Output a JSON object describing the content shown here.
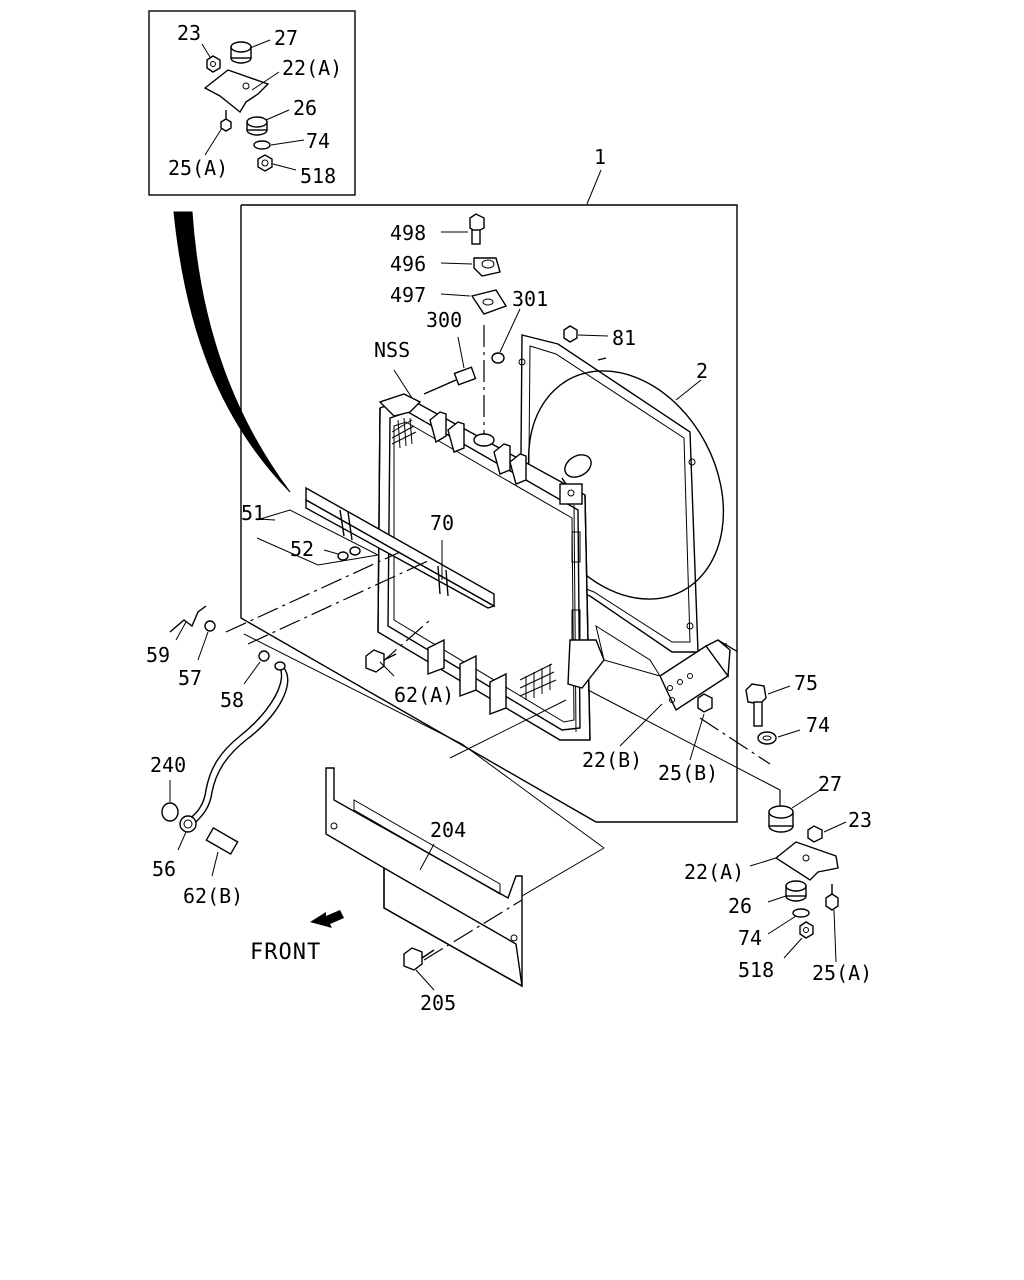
{
  "labels": {
    "p1": "1",
    "p2": "2",
    "p23_inset": "23",
    "p27_inset": "27",
    "p22a_inset": "22(A)",
    "p26_inset": "26",
    "p74_inset": "74",
    "p25a_inset": "25(A)",
    "p518_inset": "518",
    "p498": "498",
    "p496": "496",
    "p497": "497",
    "p301": "301",
    "p300": "300",
    "p81": "81",
    "nss": "NSS",
    "p51": "51",
    "p52": "52",
    "p70": "70",
    "p59": "59",
    "p57": "57",
    "p58": "58",
    "p62a": "62(A)",
    "p240": "240",
    "p56": "56",
    "p62b": "62(B)",
    "p204": "204",
    "p205": "205",
    "front": "FRONT",
    "p22b": "22(B)",
    "p25b": "25(B)",
    "p75": "75",
    "p74": "74",
    "p27": "27",
    "p23": "23",
    "p22a": "22(A)",
    "p26": "26",
    "p74b": "74",
    "p518": "518",
    "p25a": "25(A)"
  }
}
